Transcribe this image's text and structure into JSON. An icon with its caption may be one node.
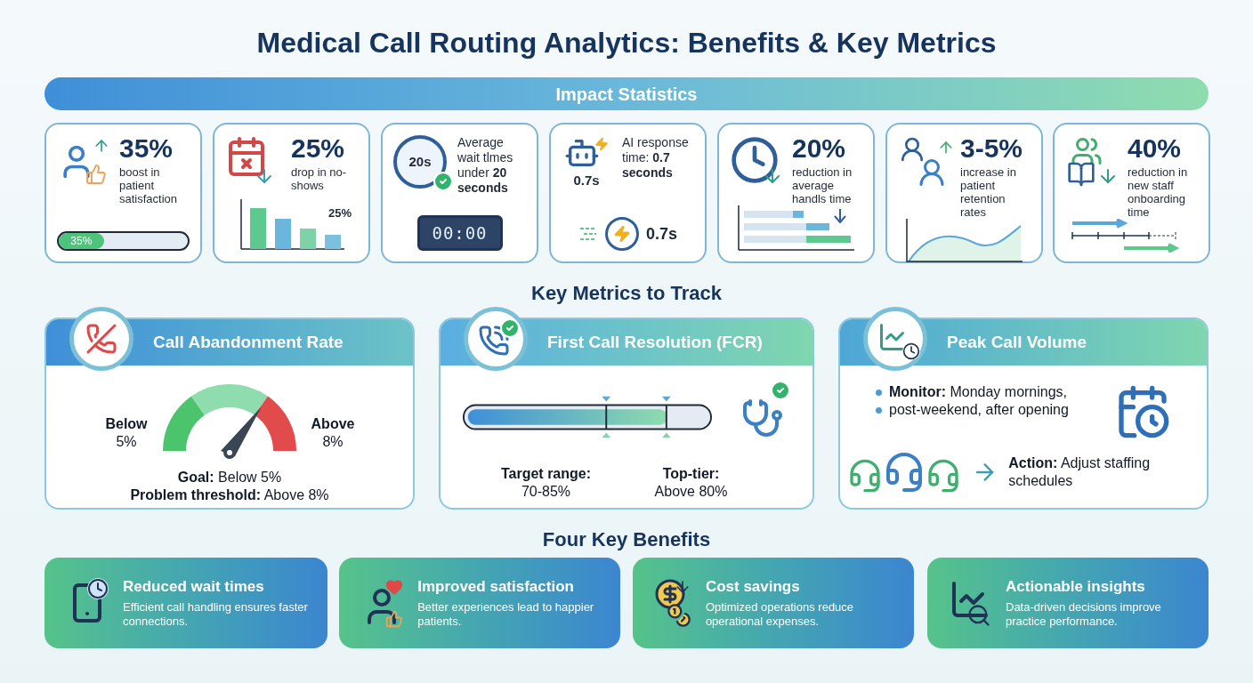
{
  "diagram": {
    "title": "Medical Call Routing Analytics: Benefits & Key Metrics",
    "nodes": [
      {
        "text": [
          "Impact Statistics"
        ]
      },
      {
        "text": [
          "35%",
          "boost in patient satisfaction",
          "35%"
        ]
      },
      {
        "text": [
          "25%",
          "drop in no-shows",
          "25%"
        ]
      },
      {
        "text": [
          "20s",
          "Average wait tlmes under **20 seconds**",
          "00:00"
        ]
      },
      {
        "text": [
          "0.7s",
          "AI response time: **0.7 seconds**",
          "0.7s"
        ]
      },
      {
        "text": [
          "20%",
          "reduction in average handls time"
        ]
      },
      {
        "text": [
          "3-5%",
          "increase in patient retention rates"
        ]
      },
      {
        "text": [
          "40%",
          "reduction in new staff onboarding time"
        ]
      },
      {
        "text": [
          "Call Abandonment Rate",
          "**Below** 5%",
          "**Above** 8%",
          "**Goal:** Below 5%",
          "**Problem threshold:** Above 8%"
        ]
      },
      {
        "text": [
          "First Call Resolution (FCR)",
          "**Target range:** 70-85%",
          "**Top-tier:** Above 80%"
        ]
      },
      {
        "text": [
          "Peak Call Volume",
          "**Monitor:** Monday mornings,",
          "post-weekend, after opening",
          "**Action:** Adjust staffing schedules"
        ]
      },
      {
        "text": [
          "Reduced wait times",
          "Efficient call handling ensures faster connections."
        ]
      },
      {
        "text": [
          "Improved satisfaction",
          "Better experiences lead to happier patients."
        ]
      },
      {
        "text": [
          "Cost savings",
          "Optimized operations reduce operational expenses."
        ]
      },
      {
        "text": [
          "Actionable insights",
          "Data-driven decisions improve practice performance."
        ]
      }
    ],
    "labels": [
      "Key Metrics to Track",
      "Four Key Benefits"
    ]
  }
}
